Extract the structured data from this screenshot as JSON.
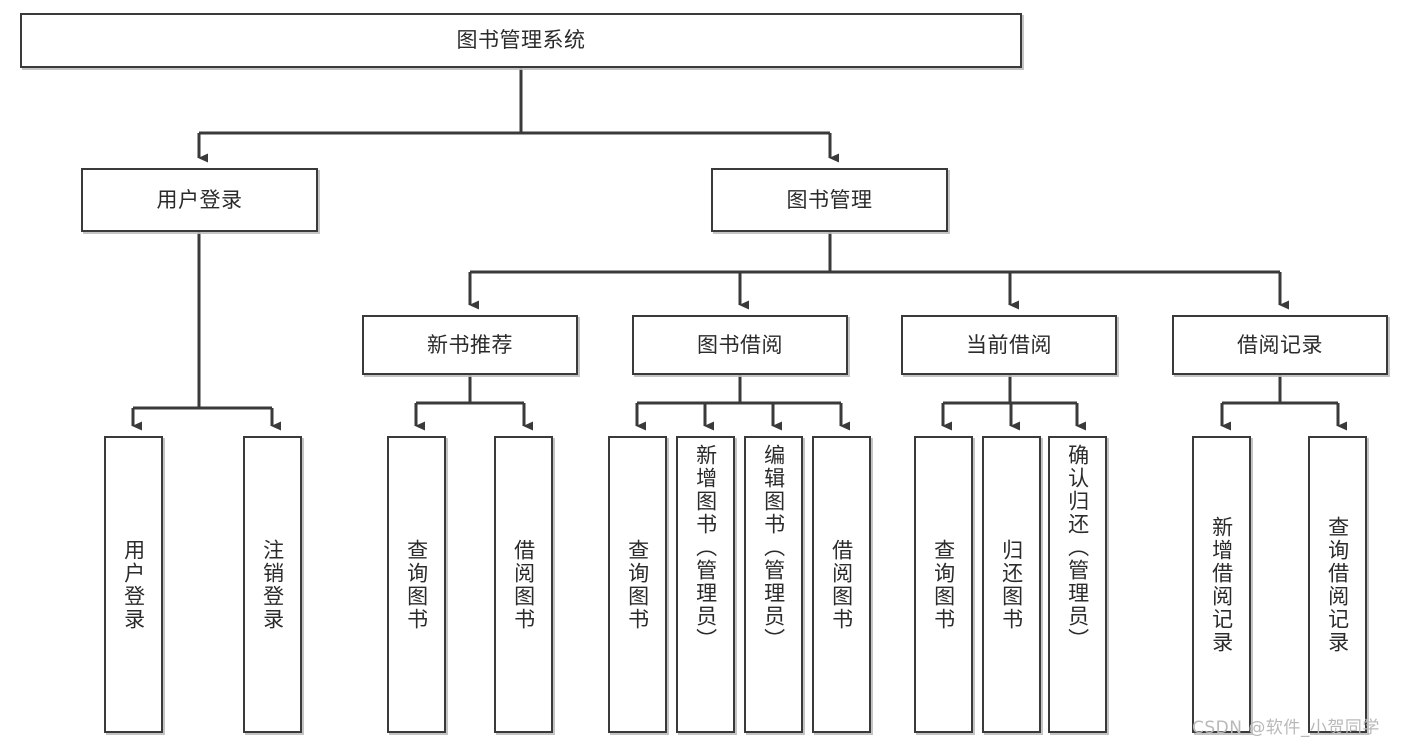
{
  "diagram": {
    "type": "tree",
    "title": "图书管理系统",
    "root": {
      "id": "root",
      "label": "图书管理系统"
    },
    "level2": [
      {
        "id": "user-login",
        "label": "用户登录"
      },
      {
        "id": "book-manage",
        "label": "图书管理"
      }
    ],
    "level3": [
      {
        "id": "new-book-recommend",
        "label": "新书推荐",
        "parent": "book-manage"
      },
      {
        "id": "book-borrow",
        "label": "图书借阅",
        "parent": "book-manage"
      },
      {
        "id": "current-borrow",
        "label": "当前借阅",
        "parent": "book-manage"
      },
      {
        "id": "borrow-record",
        "label": "借阅记录",
        "parent": "book-manage"
      }
    ],
    "leaves": [
      {
        "id": "leaf-user-login",
        "label": "用户登录",
        "parent": "user-login"
      },
      {
        "id": "leaf-user-logout",
        "label": "注销登录",
        "parent": "user-login"
      },
      {
        "id": "leaf-query-book-1",
        "label": "查询图书",
        "parent": "new-book-recommend"
      },
      {
        "id": "leaf-borrow-book-1",
        "label": "借阅图书",
        "parent": "new-book-recommend"
      },
      {
        "id": "leaf-query-book-2",
        "label": "查询图书",
        "parent": "book-borrow"
      },
      {
        "id": "leaf-add-book",
        "label": "新增图书（管理员）",
        "parent": "book-borrow"
      },
      {
        "id": "leaf-edit-book",
        "label": "编辑图书（管理员）",
        "parent": "book-borrow"
      },
      {
        "id": "leaf-borrow-book-2",
        "label": "借阅图书",
        "parent": "book-borrow"
      },
      {
        "id": "leaf-query-book-3",
        "label": "查询图书",
        "parent": "current-borrow"
      },
      {
        "id": "leaf-return-book",
        "label": "归还图书",
        "parent": "current-borrow"
      },
      {
        "id": "leaf-confirm-return",
        "label": "确认归还（管理员）",
        "parent": "current-borrow"
      },
      {
        "id": "leaf-add-record",
        "label": "新增借阅记录",
        "parent": "borrow-record"
      },
      {
        "id": "leaf-query-record",
        "label": "查询借阅记录",
        "parent": "borrow-record"
      }
    ],
    "colors": {
      "stroke": "#3a3a3a",
      "fill": "#ffffff",
      "text": "#2b2b2b",
      "shadow": "#bebebe",
      "watermark": "#b9b9b9"
    }
  },
  "watermark": {
    "text": "CSDN @软件_小贺同学"
  }
}
